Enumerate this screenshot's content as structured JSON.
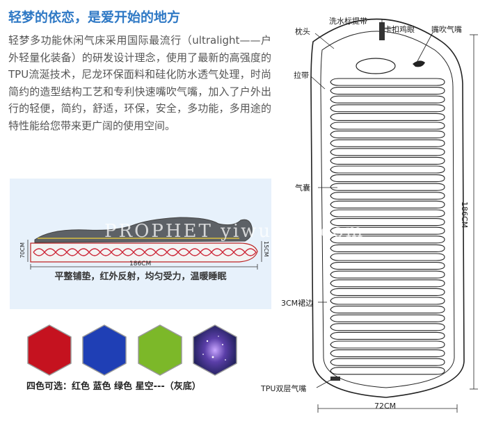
{
  "header": {
    "title": "轻梦的依恋，是爱开始的地方"
  },
  "intro": {
    "text": "轻梦多功能休闲气床采用国际最流行（ultralight——户外轻量化装备）的研发设计理念，使用了最新的高强度的TPU流涎技术，尼龙环保面料和硅化防水透气处理，时尚简约的造型结构工艺和专利快速嘴吹气嘴，加入了户外出行的轻便，简约，舒适，环保，安全，多功能，多用途的特性能给您带来更广阔的使用空间。"
  },
  "side_view": {
    "length_label": "186CM",
    "height_label": "15CM",
    "width_label": "70CM",
    "caption": "平整铺垫，红外反射，均匀受力，温暖睡眠"
  },
  "colors": {
    "label": "四色可选：红色  蓝色  绿色  星空---（灰底）",
    "swatches": [
      {
        "name": "red",
        "hex": "#c5121f"
      },
      {
        "name": "blue",
        "hex": "#1f3fb5"
      },
      {
        "name": "green",
        "hex": "#7cb829"
      },
      {
        "name": "starry-sky",
        "hex": "#3a2a7a"
      }
    ],
    "title_color": "#2f79c5"
  },
  "diagram": {
    "callouts": {
      "handle": "洗水标提带",
      "pillow": "枕头",
      "buckle": "卡扣鸡眼",
      "mouth_valve": "嘴吹气嘴",
      "strap": "拉带",
      "air_chamber": "气囊",
      "skirt": "3CM裙边",
      "tpu_valve": "TPU双层气嘴"
    },
    "length_label": "186CM",
    "width_label": "72CM"
  },
  "watermark": {
    "text": "PROPHET yiwugou.com"
  }
}
